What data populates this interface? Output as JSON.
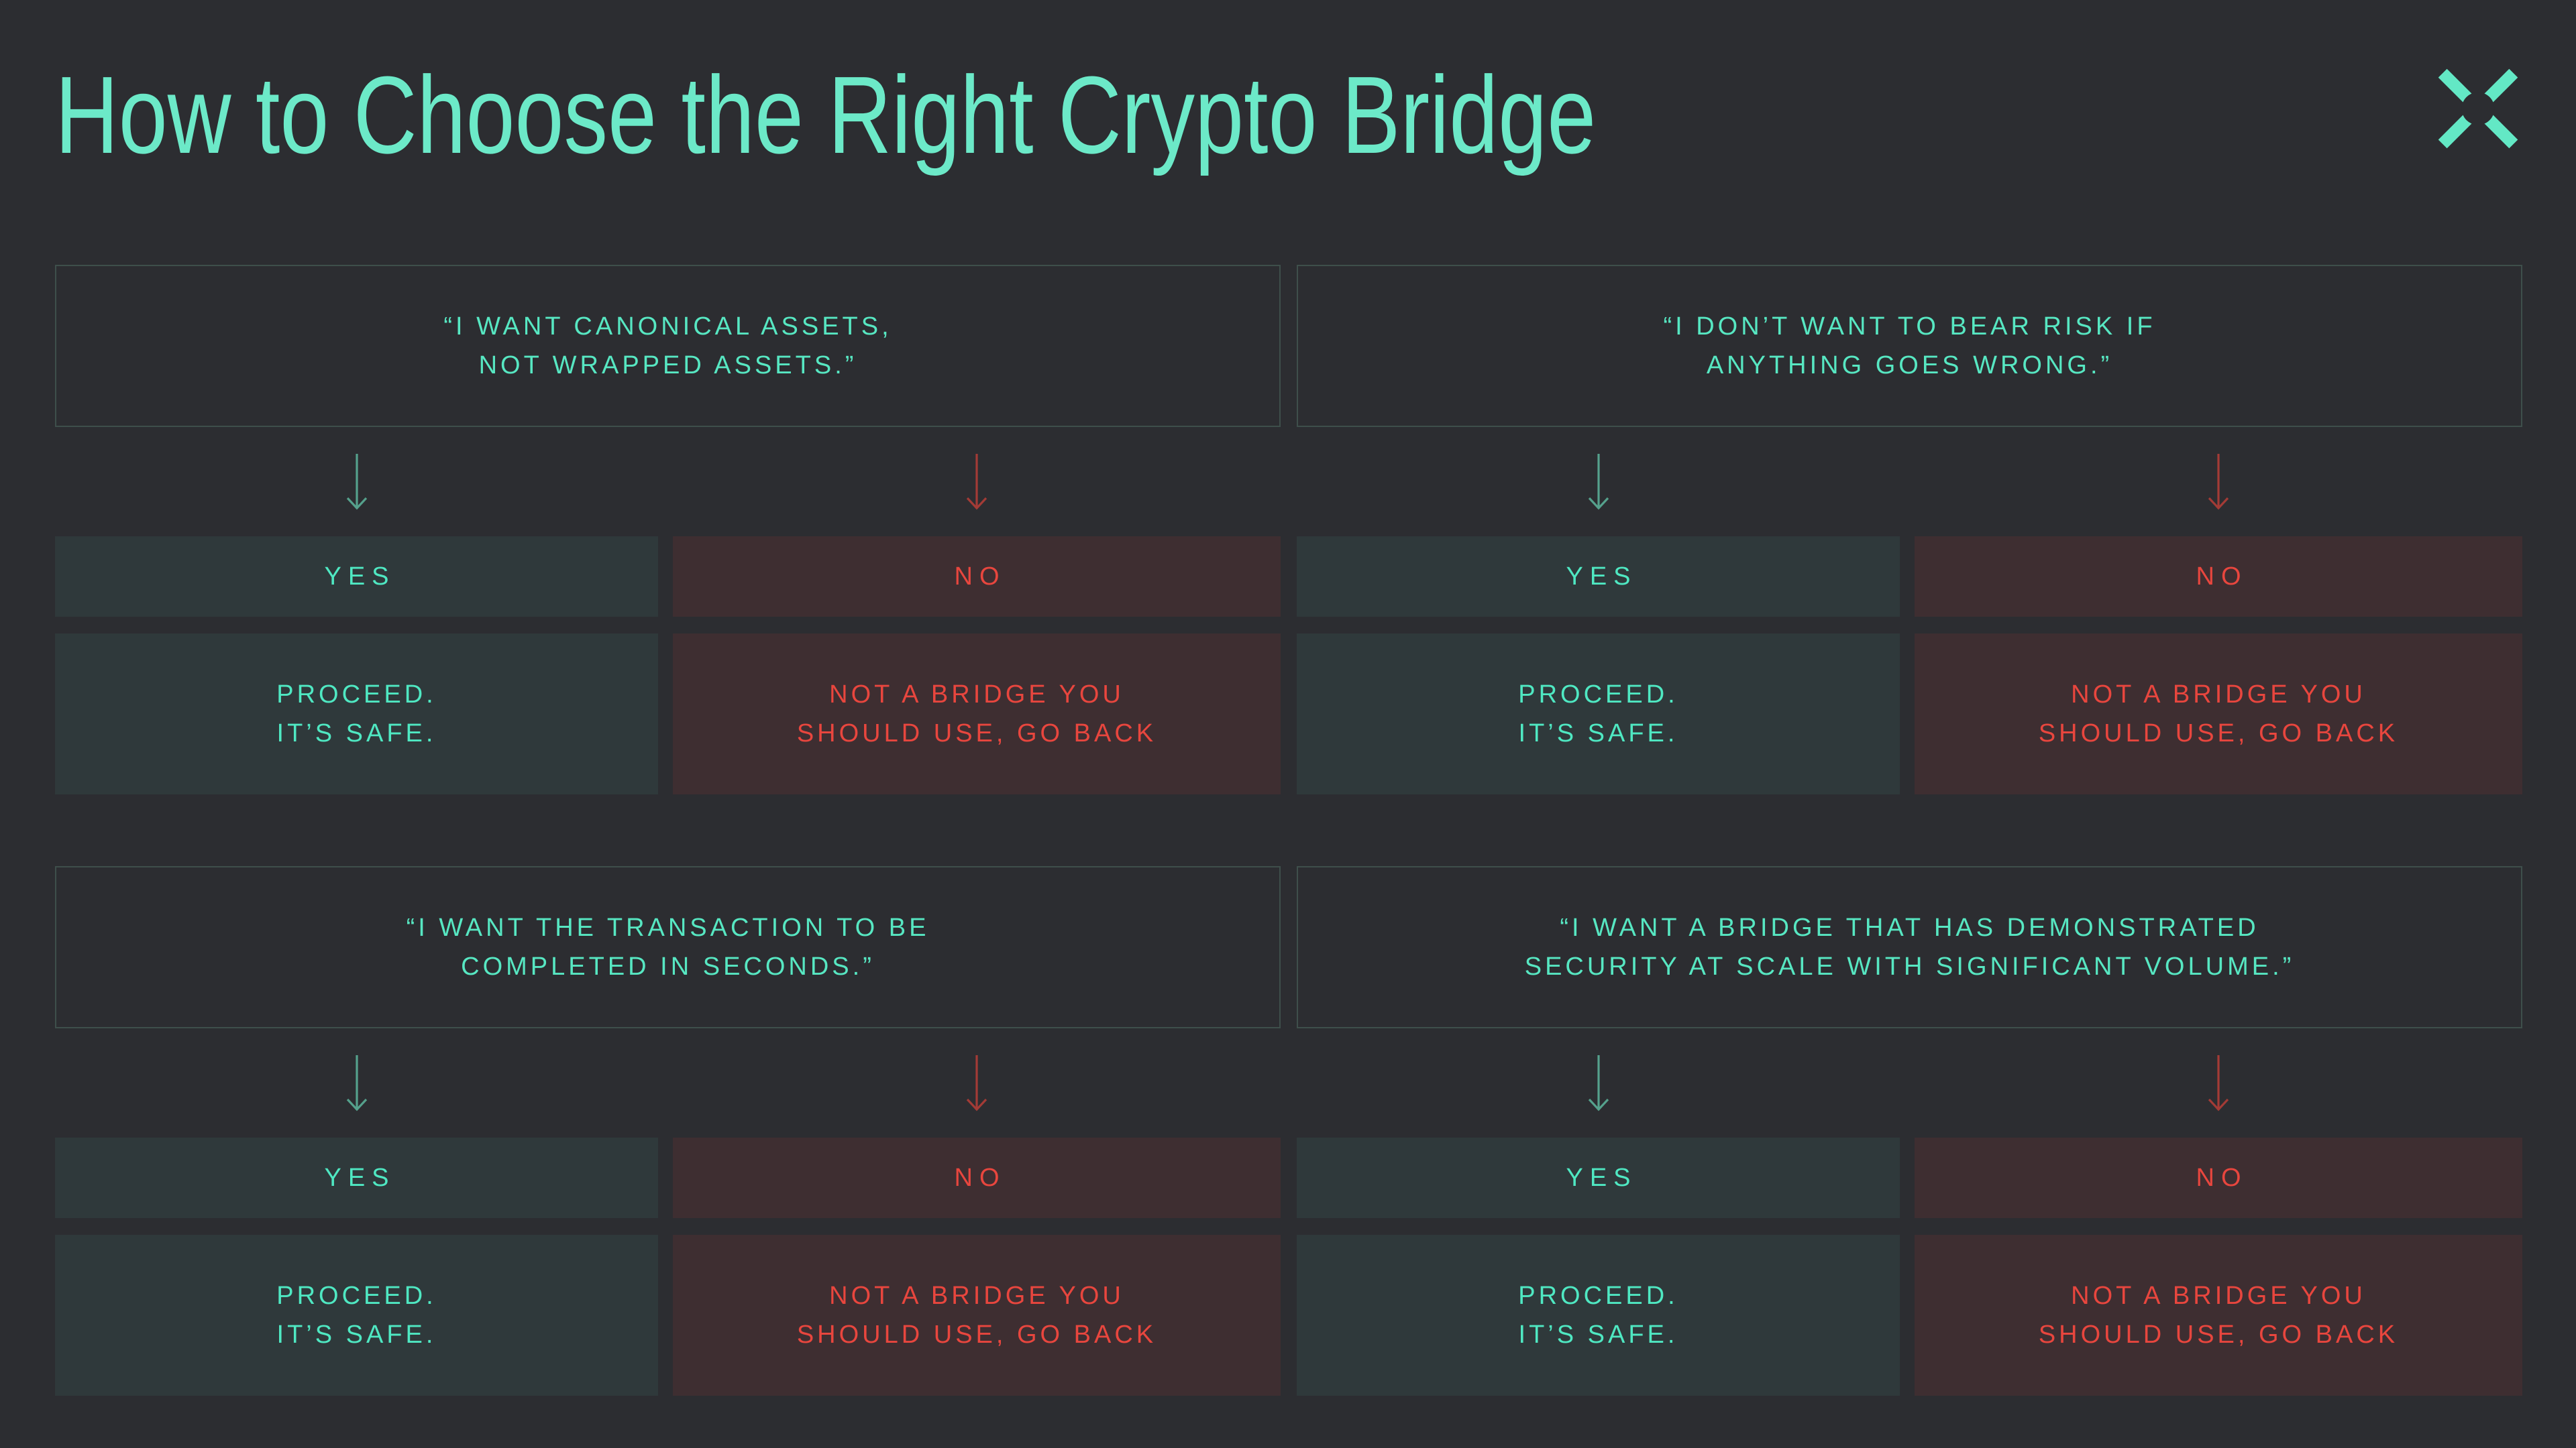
{
  "header": {
    "title": "How to Choose the Right Crypto Bridge",
    "logo_icon": "x-mark-logo"
  },
  "flow": {
    "yes_label": "YES",
    "no_label": "NO",
    "proceed": {
      "line1": "PROCEED.",
      "line2": "IT’S SAFE."
    },
    "reject": {
      "line1": "NOT A BRIDGE YOU",
      "line2": "SHOULD USE, GO BACK"
    },
    "questions": [
      {
        "line1": "“I WANT CANONICAL ASSETS,",
        "line2": "NOT WRAPPED ASSETS.”"
      },
      {
        "line1": "“I DON’T WANT TO BEAR RISK IF",
        "line2": "ANYTHING GOES WRONG.”"
      },
      {
        "line1": "“I WANT THE TRANSACTION TO BE",
        "line2": "COMPLETED IN SECONDS.”"
      },
      {
        "line1": "“I WANT A BRIDGE THAT HAS DEMONSTRATED",
        "line2": "SECURITY AT SCALE WITH SIGNIFICANT VOLUME.”"
      }
    ]
  },
  "palette": {
    "background": "#2C2D31",
    "title_mint": "#6CE9C8",
    "text_mint": "#57E7C2",
    "text_red": "#E8463E",
    "yes_box_bg": "#2F393B",
    "no_box_bg": "#3E2E31",
    "question_border": "#3E4F4B",
    "arrow_mint": "#55A18C",
    "arrow_red": "#A33B36"
  }
}
